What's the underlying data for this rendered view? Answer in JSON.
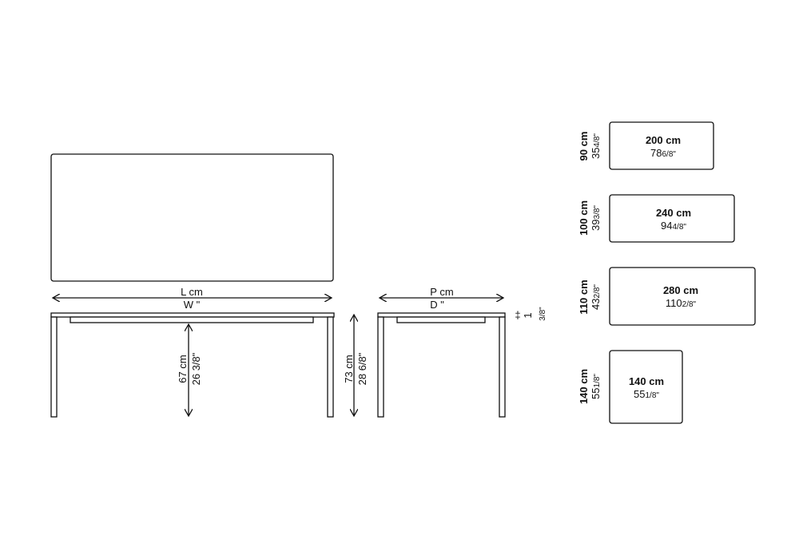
{
  "top_view": {},
  "front_view": {
    "length_label_cm": "L cm",
    "length_label_in": "W \"",
    "clearance_cm": "67 cm",
    "clearance_in": "26 3/8\"",
    "height_cm": "73 cm",
    "height_in": "28 6/8\""
  },
  "side_view": {
    "depth_label_cm": "P cm",
    "depth_label_in": "D \"",
    "top_thickness_symbol": "‡",
    "top_thickness_whole": "1",
    "top_thickness_frac": "3/8\""
  },
  "sizes": [
    {
      "depth_cm": "90 cm",
      "depth_in_whole": "35",
      "depth_in_frac": "4/8\"",
      "length_cm": "200 cm",
      "length_in_whole": "78",
      "length_in_frac": "6/8\""
    },
    {
      "depth_cm": "100 cm",
      "depth_in_whole": "39",
      "depth_in_frac": "3/8\"",
      "length_cm": "240 cm",
      "length_in_whole": "94",
      "length_in_frac": "4/8\""
    },
    {
      "depth_cm": "110 cm",
      "depth_in_whole": "43",
      "depth_in_frac": "2/8\"",
      "length_cm": "280 cm",
      "length_in_whole": "110",
      "length_in_frac": "2/8\""
    },
    {
      "depth_cm": "140 cm",
      "depth_in_whole": "55",
      "depth_in_frac": "1/8\"",
      "length_cm": "140 cm",
      "length_in_whole": "55",
      "length_in_frac": "1/8\""
    }
  ]
}
